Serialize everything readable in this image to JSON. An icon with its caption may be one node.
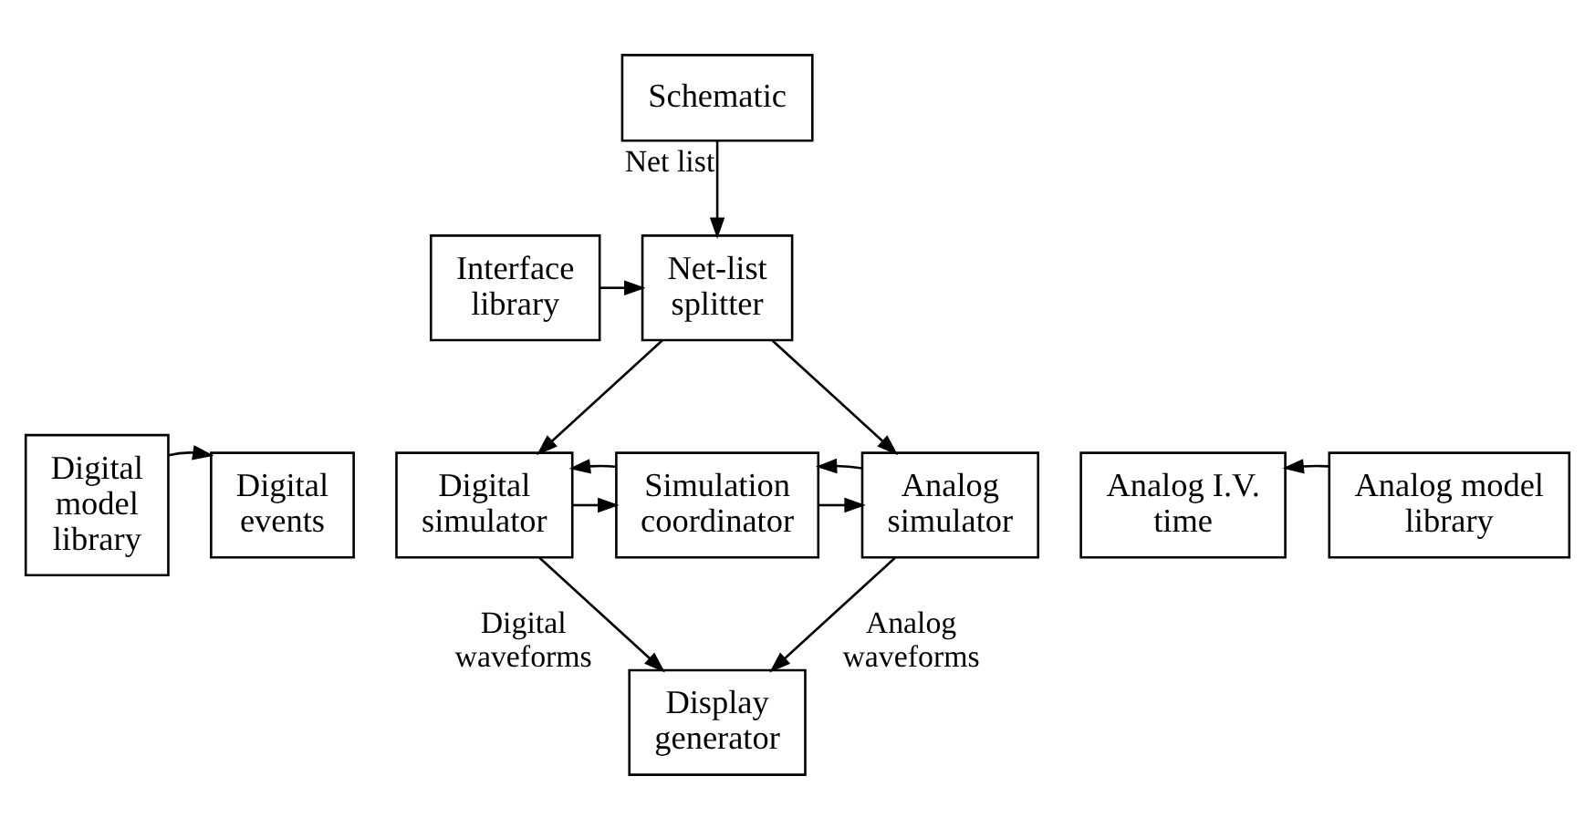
{
  "diagram": {
    "nodes": [
      {
        "text": [
          "Schematic"
        ]
      },
      {
        "text": [
          "Net-list splitter"
        ]
      },
      {
        "text": [
          "Interface library"
        ]
      },
      {
        "text": [
          "Digital model library"
        ]
      },
      {
        "text": [
          "Digital events"
        ]
      },
      {
        "text": [
          "Digital simulator"
        ]
      },
      {
        "text": [
          "Simulation coordinator"
        ]
      },
      {
        "text": [
          "Analog simulator"
        ]
      },
      {
        "text": [
          "Analog I.V. time"
        ]
      },
      {
        "text": [
          "Analog model library"
        ]
      },
      {
        "text": [
          "Display generator"
        ]
      }
    ],
    "edges": [
      {
        "from": 0,
        "to": 1,
        "arrow": "to",
        "label": "Net list"
      },
      {
        "from": 2,
        "to": 1,
        "arrow": "to"
      },
      {
        "from": 1,
        "to": 5,
        "arrow": "to"
      },
      {
        "from": 1,
        "to": 7,
        "arrow": "to"
      },
      {
        "from": 3,
        "to": 4,
        "arrow": "to"
      },
      {
        "from": 5,
        "to": 6,
        "arrow": "to"
      },
      {
        "from": 6,
        "to": 5,
        "arrow": "to"
      },
      {
        "from": 6,
        "to": 7,
        "arrow": "to"
      },
      {
        "from": 7,
        "to": 6,
        "arrow": "to"
      },
      {
        "from": 9,
        "to": 8,
        "arrow": "to"
      },
      {
        "from": 5,
        "to": 10,
        "arrow": "to",
        "label": "Digital waveforms"
      },
      {
        "from": 7,
        "to": 10,
        "arrow": "to",
        "label": "Analog waveforms"
      }
    ]
  }
}
